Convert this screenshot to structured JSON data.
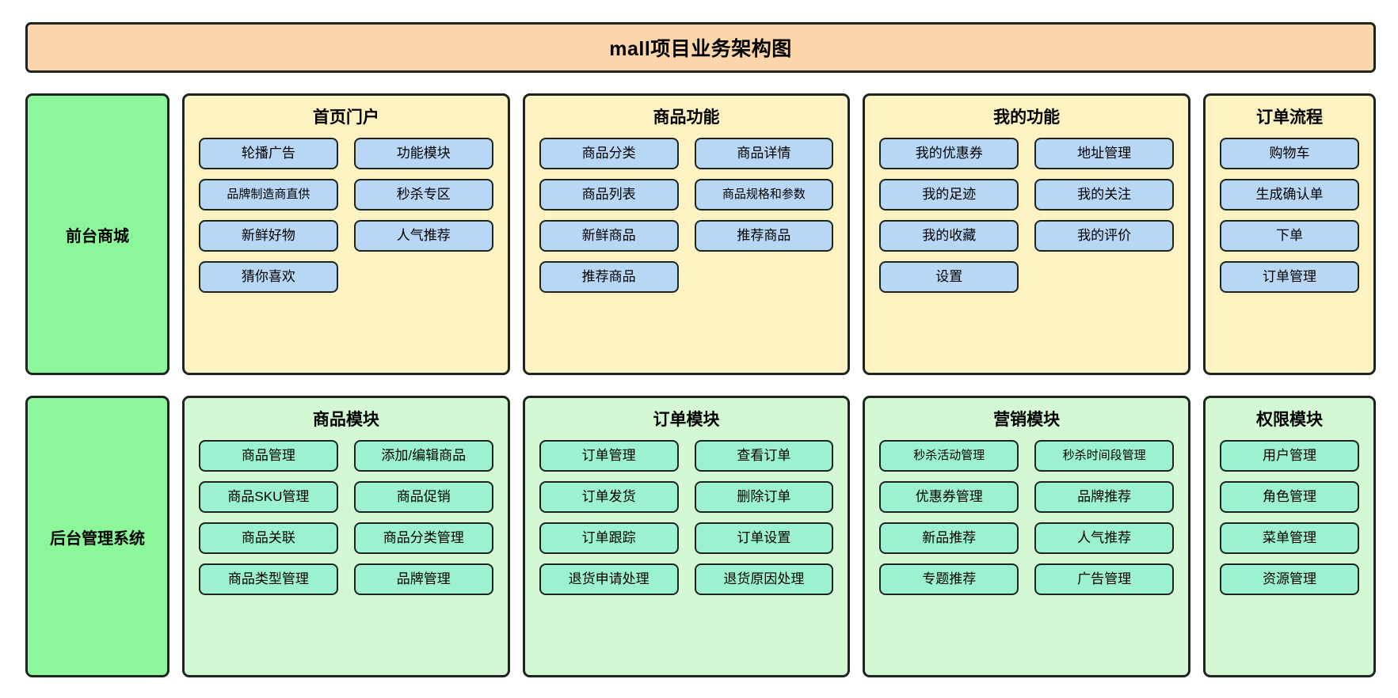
{
  "title": "mall项目业务架构图",
  "rows": [
    {
      "tier_label": "前台商城",
      "theme": "front",
      "groups": [
        {
          "title": "首页门户",
          "columns": 2,
          "width": "wide",
          "items": [
            "轮播广告",
            "功能模块",
            "品牌制造商直供",
            "秒杀专区",
            "新鲜好物",
            "人气推荐",
            "猜你喜欢"
          ]
        },
        {
          "title": "商品功能",
          "columns": 2,
          "width": "wide",
          "items": [
            "商品分类",
            "商品详情",
            "商品列表",
            "商品规格和参数",
            "新鲜商品",
            "推荐商品",
            "推荐商品"
          ]
        },
        {
          "title": "我的功能",
          "columns": 2,
          "width": "wide",
          "items": [
            "我的优惠券",
            "地址管理",
            "我的足迹",
            "我的关注",
            "我的收藏",
            "我的评价",
            "设置"
          ]
        },
        {
          "title": "订单流程",
          "columns": 1,
          "width": "narrow",
          "items": [
            "购物车",
            "生成确认单",
            "下单",
            "订单管理"
          ]
        }
      ]
    },
    {
      "tier_label": "后台管理系统",
      "theme": "admin",
      "groups": [
        {
          "title": "商品模块",
          "columns": 2,
          "width": "wide",
          "items": [
            "商品管理",
            "添加/编辑商品",
            "商品SKU管理",
            "商品促销",
            "商品关联",
            "商品分类管理",
            "商品类型管理",
            "品牌管理"
          ]
        },
        {
          "title": "订单模块",
          "columns": 2,
          "width": "wide",
          "items": [
            "订单管理",
            "查看订单",
            "订单发货",
            "删除订单",
            "订单跟踪",
            "订单设置",
            "退货申请处理",
            "退货原因处理"
          ]
        },
        {
          "title": "营销模块",
          "columns": 2,
          "width": "wide",
          "items": [
            "秒杀活动管理",
            "秒杀时间段管理",
            "优惠券管理",
            "品牌推荐",
            "新品推荐",
            "人气推荐",
            "专题推荐",
            "广告管理"
          ]
        },
        {
          "title": "权限模块",
          "columns": 1,
          "width": "narrow",
          "items": [
            "用户管理",
            "角色管理",
            "菜单管理",
            "资源管理"
          ]
        }
      ]
    }
  ],
  "colors": {
    "title_banner": "#fbd6aa",
    "tier_label": "#8bf79a",
    "front_panel": "#fdf3c2",
    "front_item": "#b7d7f5",
    "admin_panel": "#d3f8d3",
    "admin_item": "#9cf2ce",
    "stroke": "#1f2421"
  }
}
